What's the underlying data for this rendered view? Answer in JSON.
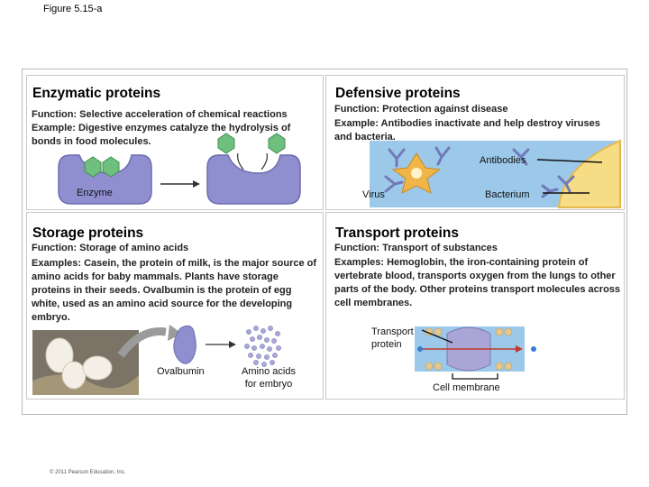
{
  "figure_label": "Figure 5.15-a",
  "panels": {
    "enzymatic": {
      "title": "Enzymatic proteins",
      "function": "Function: Selective acceleration of chemical reactions",
      "example": "Example: Digestive enzymes catalyze the hydrolysis of bonds in food molecules.",
      "labels": {
        "enzyme": "Enzyme"
      }
    },
    "defensive": {
      "title": "Defensive proteins",
      "function": "Function: Protection against disease",
      "example": "Example: Antibodies inactivate and help destroy viruses and bacteria.",
      "labels": {
        "antibodies": "Antibodies",
        "virus": "Virus",
        "bacterium": "Bacterium"
      }
    },
    "storage": {
      "title": "Storage proteins",
      "function": "Function: Storage of amino acids",
      "example": "Examples: Casein, the protein of milk, is the major source of amino acids for baby mammals. Plants have storage proteins in their seeds. Ovalbumin is the protein of egg white, used as an amino acid source for the developing embryo.",
      "labels": {
        "ovalbumin": "Ovalbumin",
        "amino_acids": "Amino acids",
        "for_embryo": "for embryo"
      }
    },
    "transport": {
      "title": "Transport proteins",
      "function": "Function: Transport of substances",
      "example": "Examples: Hemoglobin, the iron-containing protein of vertebrate blood, transports oxygen from the lungs to other parts of the body. Other proteins transport molecules across cell membranes.",
      "labels": {
        "transport": "Transport",
        "protein": "protein",
        "cell_membrane": "Cell membrane"
      }
    }
  },
  "copyright": "© 2011 Pearson Education, Inc.",
  "colors": {
    "enzyme": "#8f8fd0",
    "substrate": "#6fbf7f",
    "virus": "#f0b548",
    "bacterium": "#f6dc84",
    "sky": "#9cc9ea",
    "antibody": "#7179b8"
  }
}
